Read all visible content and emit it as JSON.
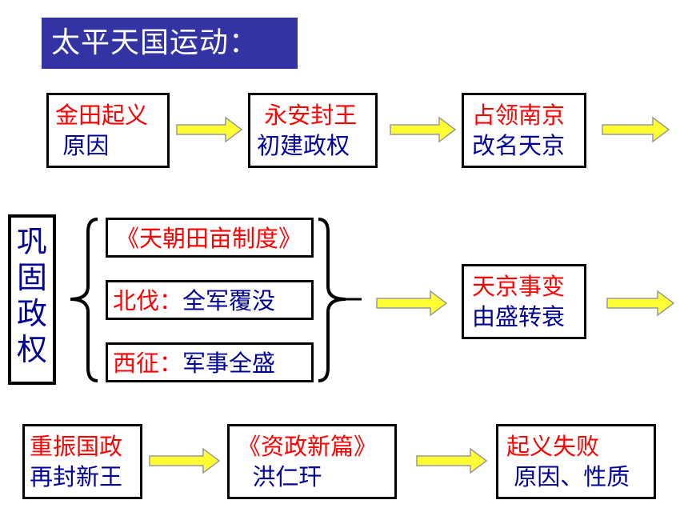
{
  "title": "太平天国运动：",
  "row1": [
    {
      "line1": "金田起义",
      "line2": " 原因"
    },
    {
      "line1": " 永安封王",
      "line2": "初建政权"
    },
    {
      "line1": "占领南京",
      "line2": "改名天京"
    }
  ],
  "consolidate": {
    "chars": [
      "巩",
      "固",
      "政",
      "权"
    ],
    "items": [
      "《天朝田亩制度》",
      "北伐：全军覆没",
      "西征：军事全盛"
    ]
  },
  "row2_box": {
    "line1": "天京事变",
    "line2": "由盛转衰"
  },
  "row3": [
    {
      "line1": "重振国政",
      "line2": "再封新王"
    },
    {
      "line1": "《资政新篇》",
      "line2": "  洪仁玕"
    },
    {
      "line1": "起义失败",
      "line2": " 原因、性质"
    }
  ],
  "colors": {
    "title_bg": "#3333a3",
    "arrow_fill": "#ffff33",
    "arrow_stroke": "#999999",
    "red": "#ff0000",
    "blue": "#000099"
  }
}
